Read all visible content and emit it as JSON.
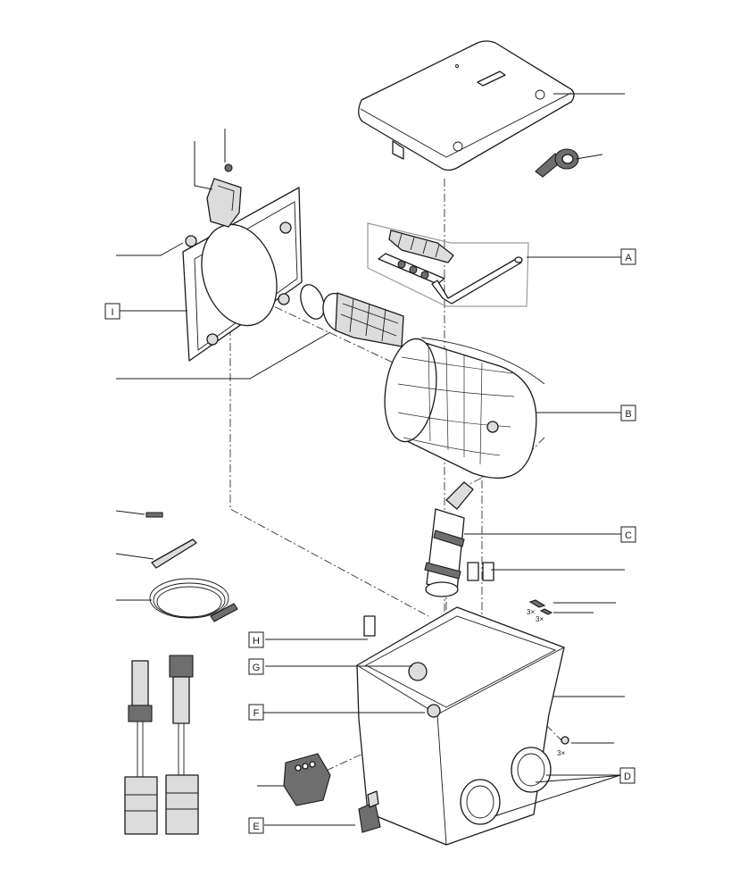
{
  "callouts": {
    "A": "A",
    "B": "B",
    "C": "C",
    "D": "D",
    "E": "E",
    "F": "F",
    "G": "G",
    "H": "H",
    "I": "I"
  },
  "quantities": {
    "screws_upper": "3×",
    "screws_lower": "3×",
    "screws_housing": "3×"
  }
}
